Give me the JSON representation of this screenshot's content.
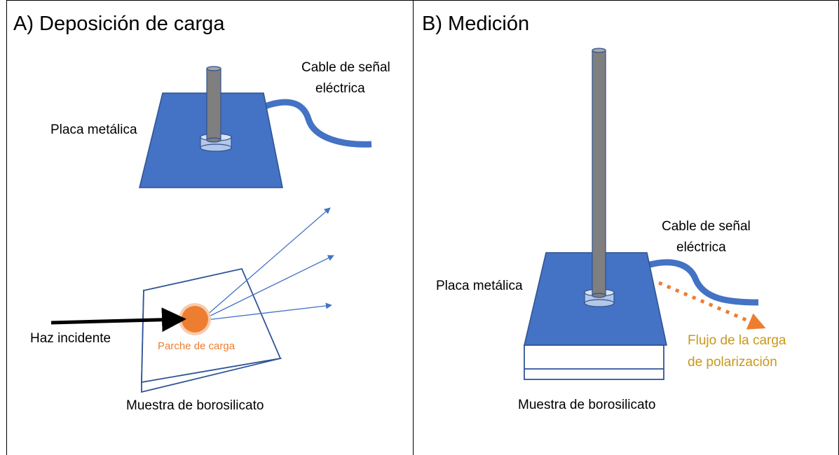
{
  "panels": {
    "a": {
      "title": "A) Deposición de carga",
      "cable_label_line1": "Cable de señal",
      "cable_label_line2": "eléctrica",
      "plate_label": "Placa metálica",
      "beam_label": "Haz incidente",
      "patch_label": "Parche de carga",
      "sample_label": "Muestra de borosilicato"
    },
    "b": {
      "title": "B) Medición",
      "cable_label_line1": "Cable de señal",
      "cable_label_line2": "eléctrica",
      "plate_label": "Placa metálica",
      "flow_label_line1": "Flujo de la carga",
      "flow_label_line2": "de polarización",
      "sample_label": "Muestra de borosilicato"
    }
  },
  "colors": {
    "plate_blue": "#4472c4",
    "plate_edge": "#2f528f",
    "rod_gray": "#7f7f7f",
    "rod_edge": "#2f528f",
    "washer": "#b4c7e7",
    "sample_outline": "#2f5597",
    "patch_orange": "#ed7d31",
    "patch_glow": "#f8cbad",
    "flow_text": "#c9971b"
  }
}
